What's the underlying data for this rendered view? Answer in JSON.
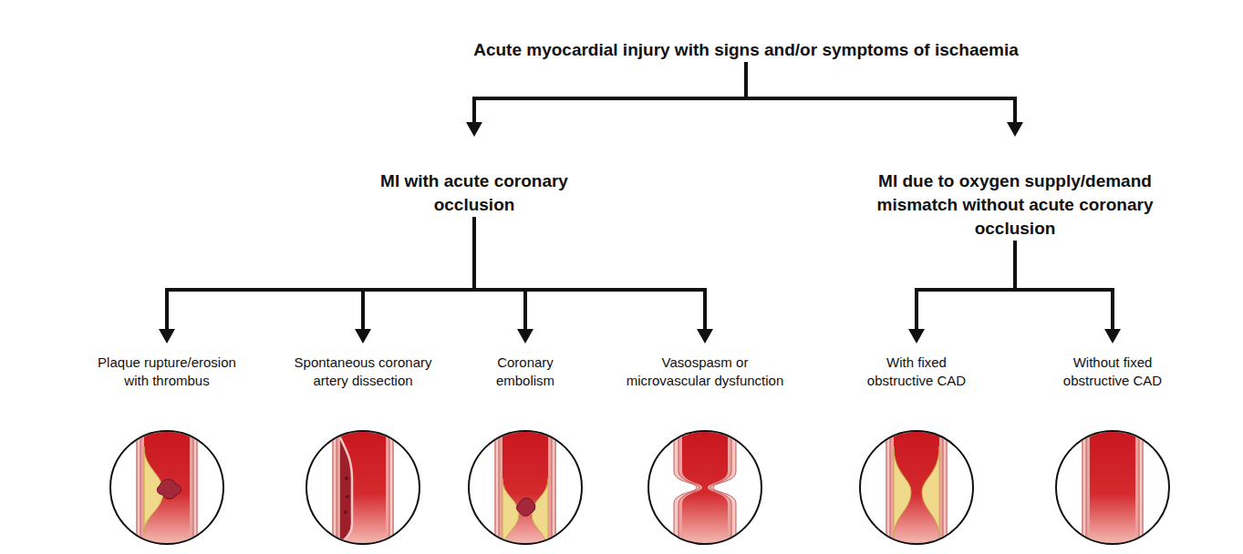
{
  "diagram": {
    "nodes": [
      {
        "text": [
          "Acute myocardial injury with signs and/or symptoms of ischaemia"
        ]
      },
      {
        "text": [
          "MI with acute coronary occlusion"
        ]
      },
      {
        "text": [
          "MI due to oxygen supply/demand mismatch without acute coronary occlusion"
        ]
      },
      {
        "text": [
          "Plaque rupture/erosion with thrombus"
        ]
      },
      {
        "text": [
          "Spontaneous coronary artery dissection"
        ]
      },
      {
        "text": [
          "Coronary embolism"
        ]
      },
      {
        "text": [
          "Vasospasm or microvascular dysfunction"
        ]
      },
      {
        "text": [
          "With fixed obstructive CAD"
        ]
      },
      {
        "text": [
          "Without fixed obstructive CAD"
        ]
      }
    ],
    "edges": [
      {
        "from": 0,
        "to": 1,
        "arrow": "to"
      },
      {
        "from": 0,
        "to": 2,
        "arrow": "to"
      },
      {
        "from": 1,
        "to": 3,
        "arrow": "to"
      },
      {
        "from": 1,
        "to": 4,
        "arrow": "to"
      },
      {
        "from": 1,
        "to": 5,
        "arrow": "to"
      },
      {
        "from": 1,
        "to": 6,
        "arrow": "to"
      },
      {
        "from": 2,
        "to": 7,
        "arrow": "to"
      },
      {
        "from": 2,
        "to": 8,
        "arrow": "to"
      }
    ]
  }
}
